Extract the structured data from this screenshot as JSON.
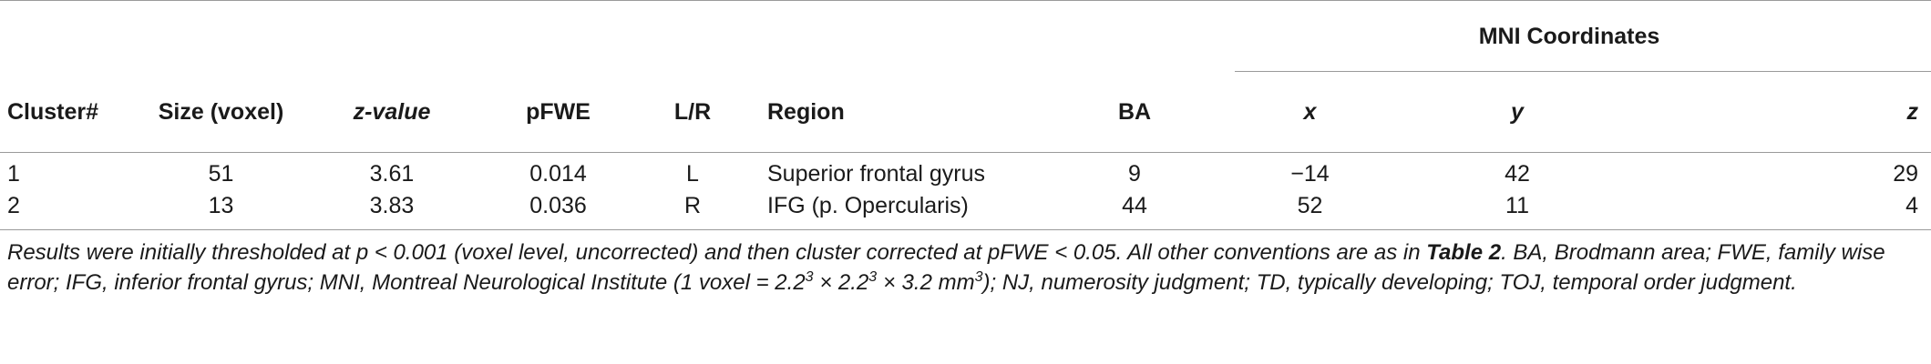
{
  "table": {
    "group_header": "MNI Coordinates",
    "columns": [
      "Cluster#",
      "Size (voxel)",
      "z-value",
      "pFWE",
      "L/R",
      "Region",
      "BA",
      "x",
      "y",
      "z"
    ],
    "rows": [
      [
        "1",
        "51",
        "3.61",
        "0.014",
        "L",
        "Superior frontal gyrus",
        "9",
        "−14",
        "42",
        "29"
      ],
      [
        "2",
        "13",
        "3.83",
        "0.036",
        "R",
        "IFG (p. Opercularis)",
        "44",
        "52",
        "11",
        "4"
      ]
    ]
  },
  "caption": {
    "part1": "Results were initially thresholded at p < 0.001 (voxel level, uncorrected) and then cluster corrected at pFWE < 0.05. All other conventions are as in ",
    "table_ref": "Table 2",
    "part2": ". BA, Brodmann area; FWE, family wise error; IFG, inferior frontal gyrus; MNI, Montreal Neurological Institute (1 voxel = 2.2",
    "sup1": "3",
    "part3": " × 2.2",
    "sup2": "3",
    "part4": " × 3.2 mm",
    "sup3": "3",
    "part5": "); NJ, numerosity judgment; TD, typically developing; TOJ, temporal order judgment."
  }
}
